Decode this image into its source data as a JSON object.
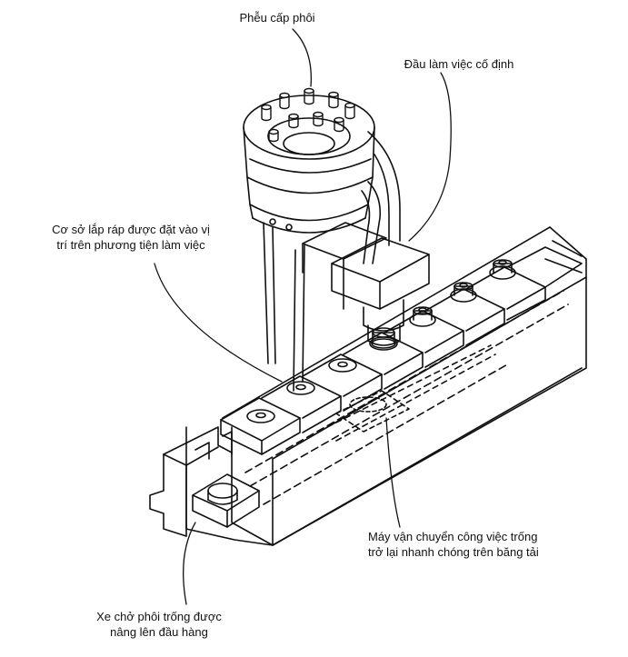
{
  "labels": {
    "hopper": "Phễu cấp phôi",
    "fixed_head": "Đầu làm việc cố định",
    "base_line1": "Cơ sở lắp ráp được đặt vào vị",
    "base_line2": "trí trên phương tiện làm việc",
    "return_line1": "Máy vận chuyển công việc trống",
    "return_line2": "trở lại nhanh chóng trên băng tải",
    "carrier_line1": "Xe chở phôi trống được",
    "carrier_line2": "nâng lên đầu hàng"
  },
  "colors": {
    "stroke": "#111111",
    "background": "#ffffff"
  }
}
